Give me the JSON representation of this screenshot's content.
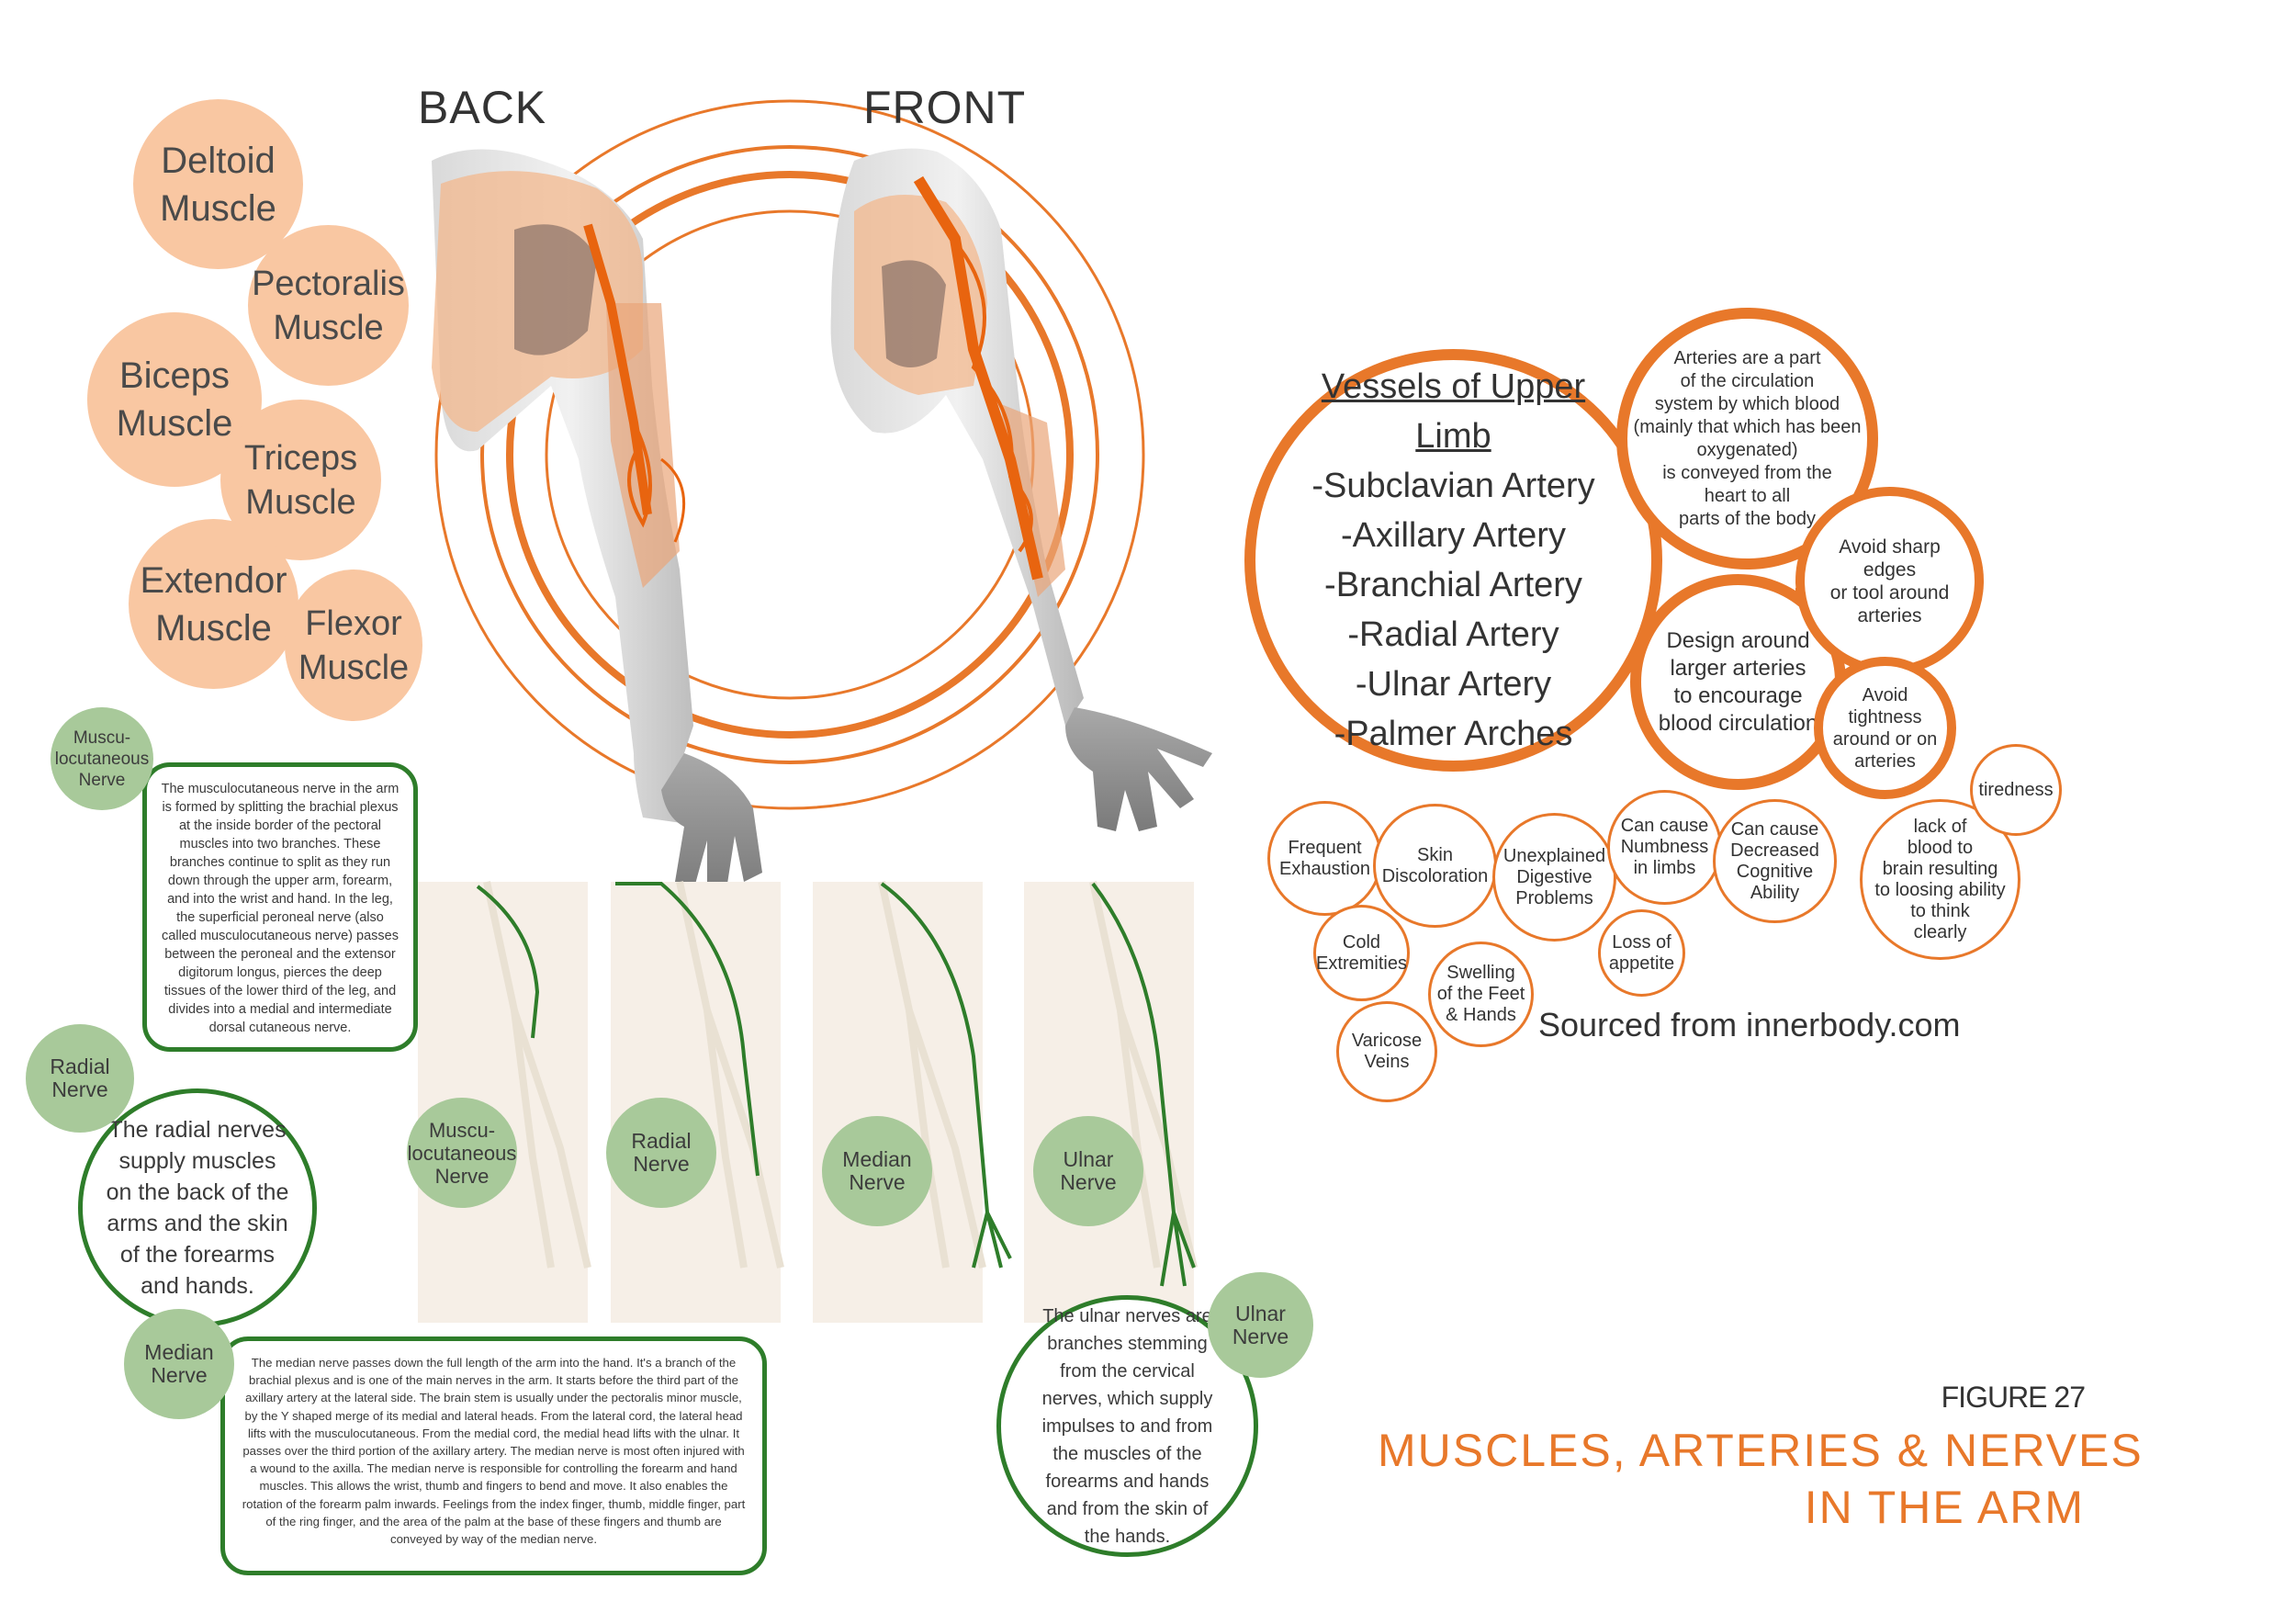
{
  "headers": {
    "back": "BACK",
    "front": "FRONT"
  },
  "muscles": [
    {
      "id": "deltoid",
      "label": "Deltoid\nMuscle"
    },
    {
      "id": "pectoralis",
      "label": "Pectoralis\nMuscle"
    },
    {
      "id": "biceps",
      "label": "Biceps\nMuscle"
    },
    {
      "id": "triceps",
      "label": "Triceps\nMuscle"
    },
    {
      "id": "extendor",
      "label": "Extendor\nMuscle"
    },
    {
      "id": "flexor",
      "label": "Flexor\nMuscle"
    }
  ],
  "vessels": {
    "title": "Vessels of Upper\nLimb",
    "items": [
      "-Subclavian Artery",
      "-Axillary Artery",
      "-Branchial Artery",
      "-Radial Artery",
      "-Ulnar Artery",
      "-Palmer Arches"
    ]
  },
  "artery_bubbles": {
    "definition": "Arteries are a part\nof the circulation\nsystem by which blood\n(mainly that which has been\noxygenated)\nis conveyed from the\nheart to all\nparts of the body",
    "design": "Design around\nlarger arteries\nto encourage\nblood circulation",
    "sharp": "Avoid sharp\nedges\nor tool around\narteries",
    "tight": "Avoid\ntightness\naround or on\narteries"
  },
  "symptoms": [
    {
      "id": "frequent-exhaustion",
      "label": "Frequent\nExhaustion"
    },
    {
      "id": "skin-discoloration",
      "label": "Skin\nDiscoloration"
    },
    {
      "id": "unexplained-digestive",
      "label": "Unexplained\nDigestive\nProblems"
    },
    {
      "id": "numbness",
      "label": "Can cause\nNumbness\nin limbs"
    },
    {
      "id": "cognitive",
      "label": "Can cause\nDecreased\nCognitive\nAbility"
    },
    {
      "id": "lack-blood",
      "label": "lack of\nblood to\nbrain resulting\nto loosing ability\nto think\nclearly"
    },
    {
      "id": "tiredness",
      "label": "tiredness"
    },
    {
      "id": "cold-extremities",
      "label": "Cold\nExtremities"
    },
    {
      "id": "swelling",
      "label": "Swelling\nof the Feet\n& Hands"
    },
    {
      "id": "loss-appetite",
      "label": "Loss of\nappetite"
    },
    {
      "id": "varicose",
      "label": "Varicose\nVeins"
    }
  ],
  "source": "Sourced from innerbody.com",
  "nerves": {
    "musculocutaneous": {
      "label": "Muscu-\nlocutaneous\nNerve",
      "text": "The musculocutaneous nerve in the arm is formed by splitting the brachial plexus at the inside border of the pectoral muscles into two branches. These branches continue to split as they run down through the upper arm, forearm, and into the wrist and hand. In the leg, the superficial peroneal nerve (also called musculocutaneous nerve) passes between the peroneal and the extensor digitorum longus, pierces the deep tissues of the lower third of the leg, and divides into a medial and intermediate dorsal cutaneous nerve."
    },
    "radial": {
      "label": "Radial\nNerve",
      "text": "The radial nerves supply muscles on the back of the arms and the skin of the forearms and hands."
    },
    "median": {
      "label": "Median\nNerve",
      "text": "The median nerve passes down the full length of the arm into the hand. It's a branch of the brachial plexus and is one of the main nerves in the arm. It starts before the third part of the axillary artery at the lateral side. The brain stem is usually under the pectoralis minor muscle, by the Y shaped merge of its medial and lateral heads. From the lateral cord, the lateral head lifts with the musculocutaneous. From the medial cord, the medial head lifts with the ulnar. It passes over the third portion of the axillary artery. The median nerve is most often injured with a wound to the axilla. The median nerve is responsible for controlling the forearm and hand muscles. This allows the wrist, thumb and fingers to bend and move. It also enables the rotation of the forearm palm inwards. Feelings from the index finger, thumb, middle finger, part of the ring finger, and the area of the palm at the base of these fingers and thumb are conveyed by way of the median nerve."
    },
    "ulnar": {
      "label": "Ulnar\nNerve",
      "text": "The ulnar nerves are branches stemming from the cervical nerves, which supply impulses to and from the muscles of the forearms and hands and from the skin of the hands."
    }
  },
  "figure": {
    "number": "FIGURE 27",
    "title": "MUSCLES, ARTERIES & NERVES\nIN THE ARM"
  },
  "colors": {
    "orange": "#e8782a",
    "peach": "#f9c7a2",
    "green": "#2e7d2a",
    "green_fill": "#a8c99a"
  }
}
